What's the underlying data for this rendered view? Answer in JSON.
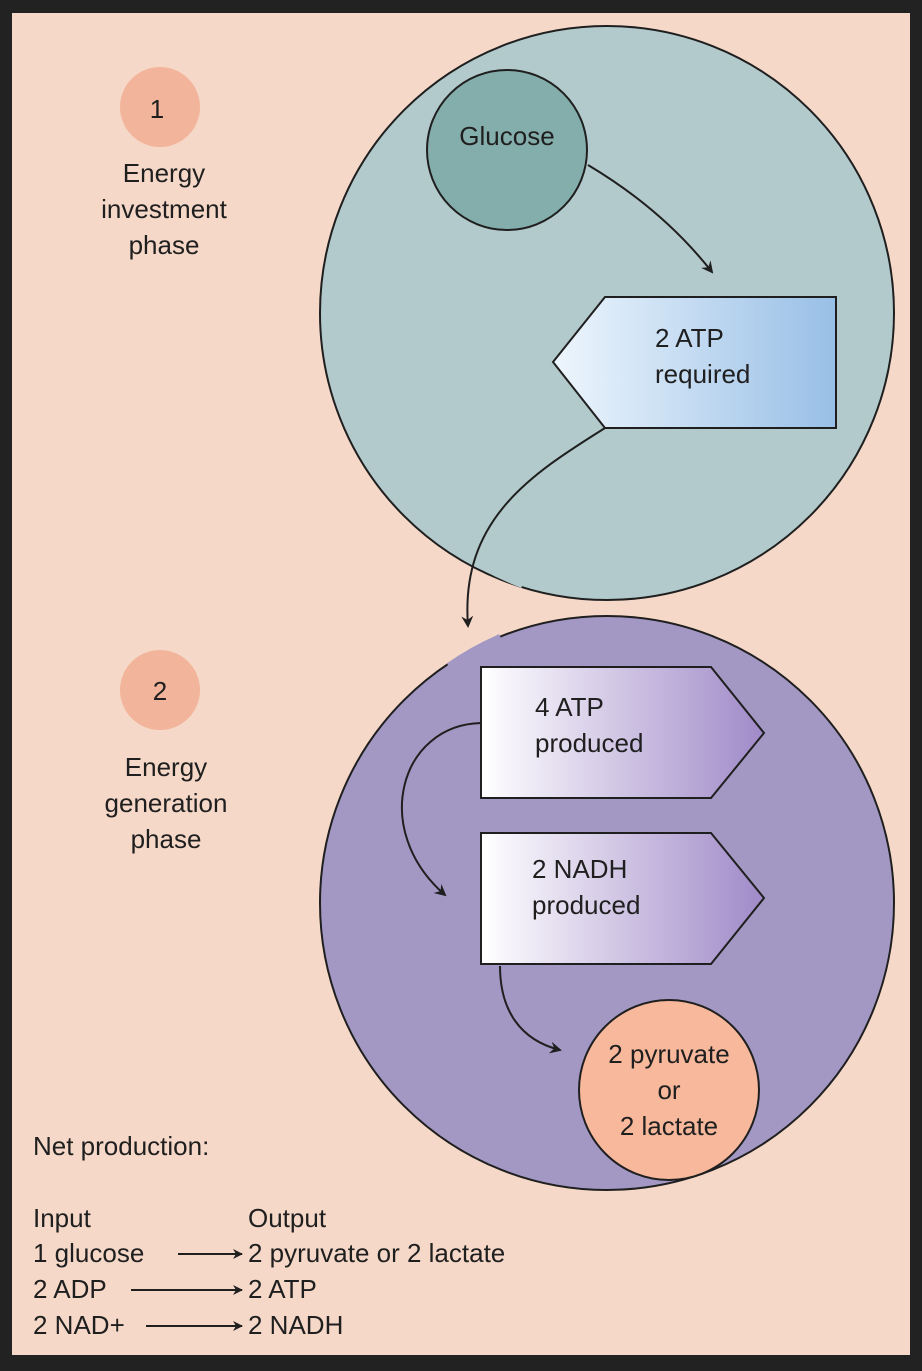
{
  "phase1": {
    "number": "1",
    "label_lines": [
      "Energy",
      "investment",
      "phase"
    ]
  },
  "phase2": {
    "number": "2",
    "label_lines": [
      "Energy",
      "generation",
      "phase"
    ]
  },
  "nodes": {
    "glucose": "Glucose",
    "atp_required": [
      "2 ATP",
      "required"
    ],
    "atp_produced": [
      "4 ATP",
      "produced"
    ],
    "nadh_produced": [
      "2 NADH",
      "produced"
    ],
    "product": [
      "2 pyruvate",
      "or",
      "2 lactate"
    ]
  },
  "net_production": {
    "title": "Net production:",
    "input_header": "Input",
    "output_header": "Output",
    "rows": [
      {
        "input": "1 glucose",
        "output": "2 pyruvate or 2 lactate"
      },
      {
        "input": "2 ADP",
        "output": "2 ATP"
      },
      {
        "input": "2 NAD+",
        "output": "2 NADH"
      }
    ]
  },
  "colors": {
    "background": "#f5d8c8",
    "frame": "#222222",
    "phase_badge": "#f2b49a",
    "investment_circle": "#b3cacc",
    "generation_circle": "#a398c4",
    "glucose_node": "#84aeac",
    "product_node": "#f8b89c",
    "atp_required_gradient": [
      "#eef6fd",
      "#98bfe6"
    ],
    "produced_gradient": [
      "#ffffff",
      "#a08ac8"
    ]
  }
}
